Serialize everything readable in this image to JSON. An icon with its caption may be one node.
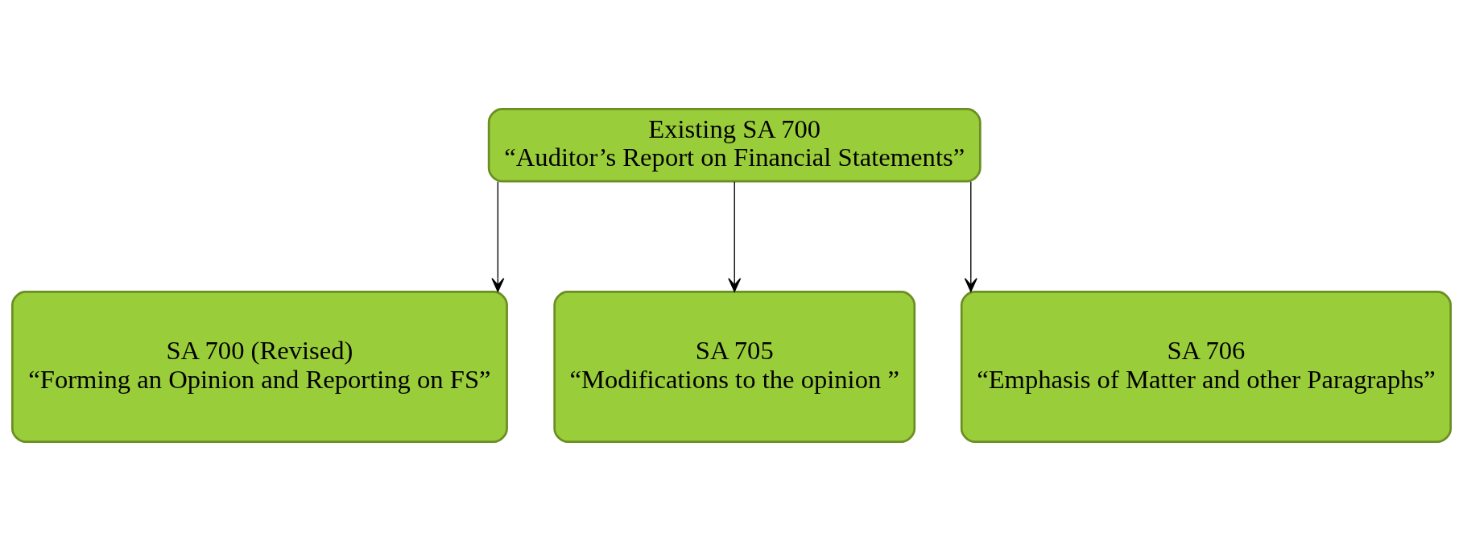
{
  "diagram": {
    "nodes": [
      {
        "text": [
          "Existing SA 700",
          "“Auditor’s Report on Financial Statements”"
        ]
      },
      {
        "text": [
          "SA 700 (Revised)",
          "“Forming an Opinion and Reporting on FS”"
        ]
      },
      {
        "text": [
          "SA 705",
          "“Modifications to the opinion ”"
        ]
      },
      {
        "text": [
          "SA 706",
          "“Emphasis of Matter and other Paragraphs”"
        ]
      }
    ],
    "edges": [
      {
        "from": 0,
        "to": 1,
        "arrow": "to"
      },
      {
        "from": 0,
        "to": 2,
        "arrow": "to"
      },
      {
        "from": 0,
        "to": 3,
        "arrow": "to"
      }
    ]
  }
}
